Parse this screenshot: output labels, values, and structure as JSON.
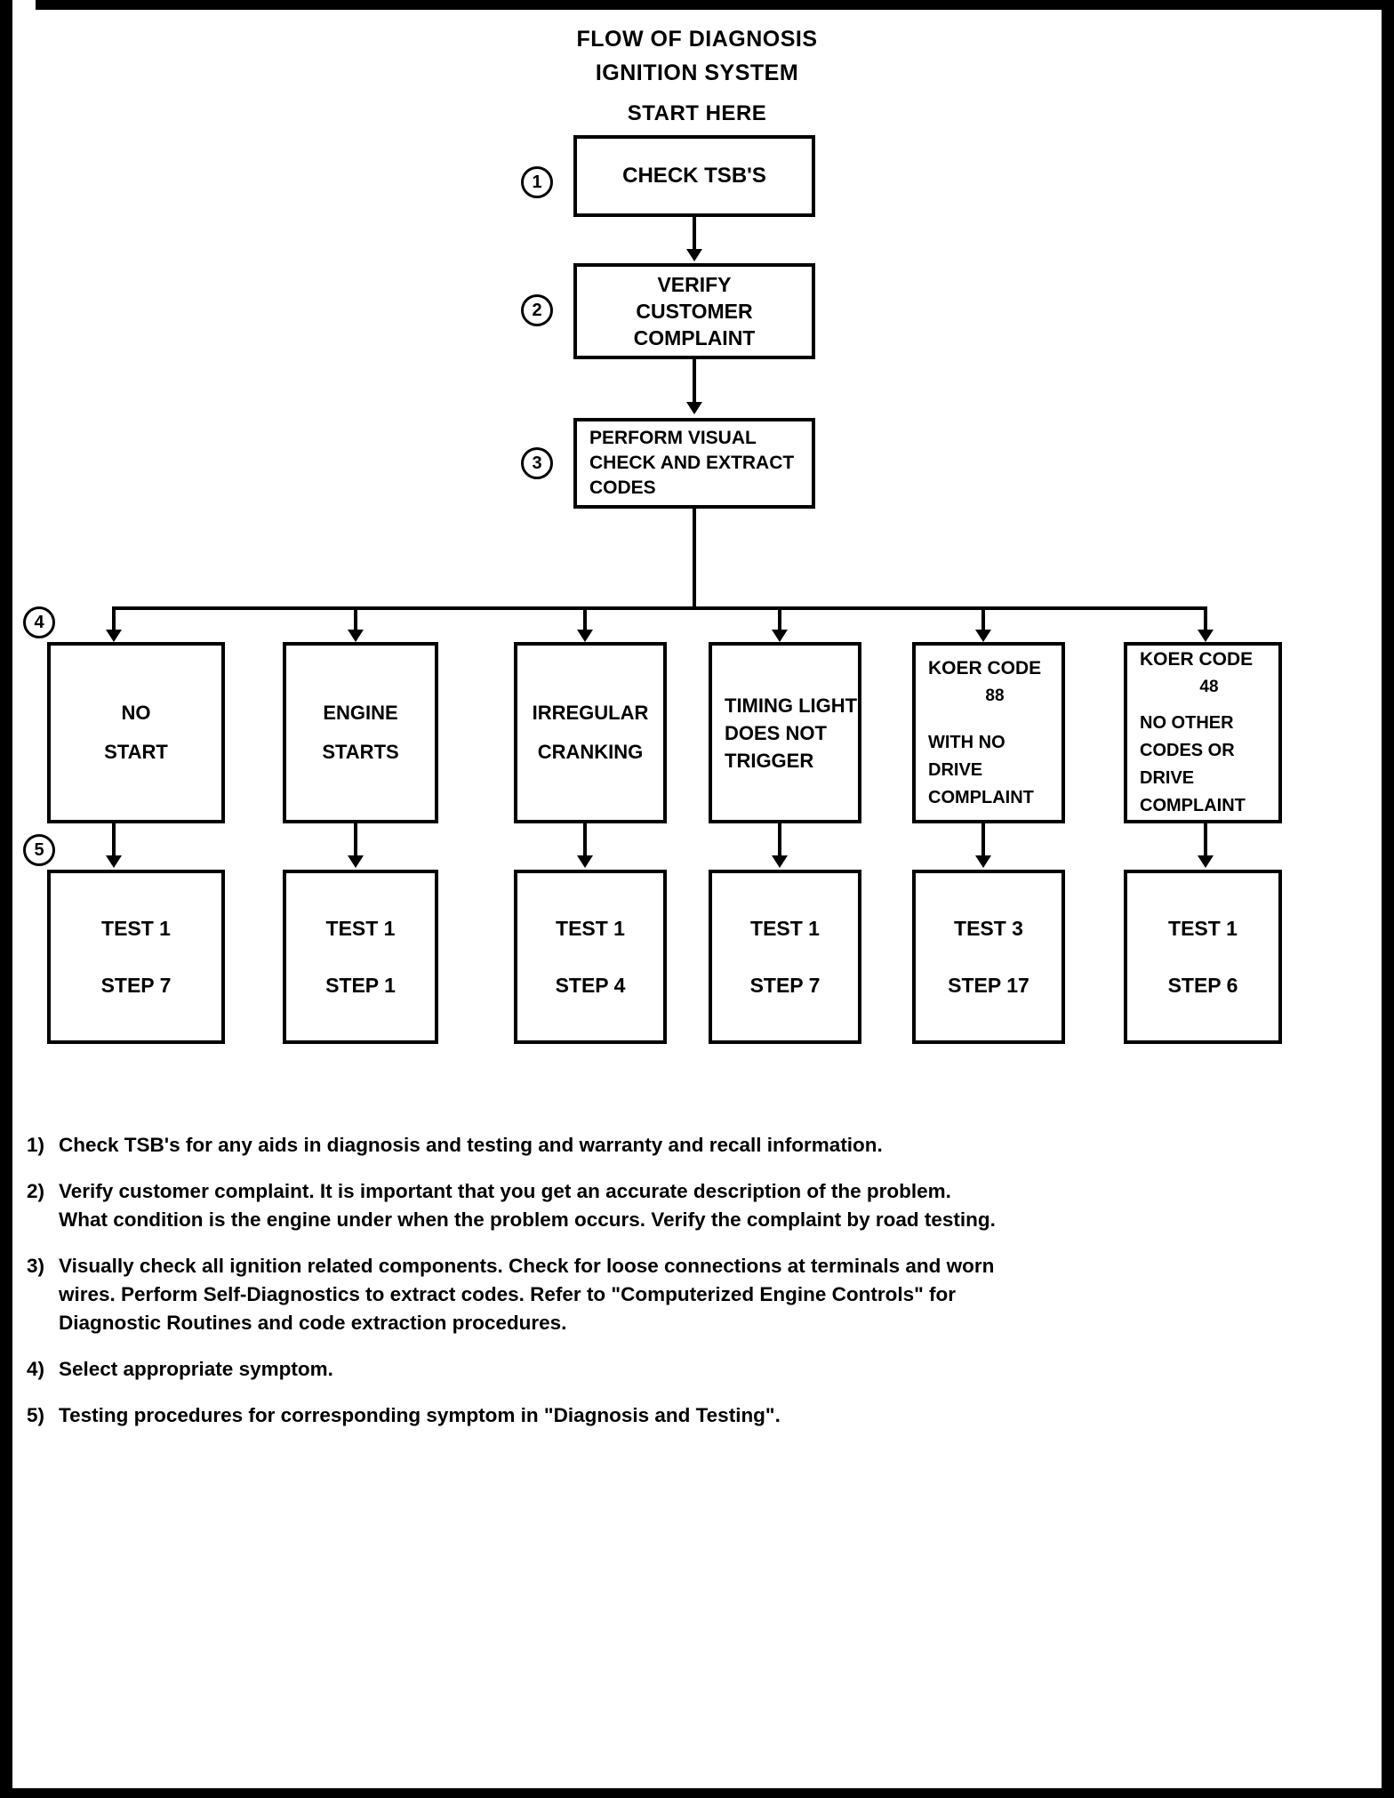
{
  "title": {
    "line1": "FLOW OF DIAGNOSIS",
    "line2": "IGNITION SYSTEM",
    "start_here": "START HERE"
  },
  "chart_data": {
    "type": "diagram",
    "subtype": "flowchart",
    "title": "FLOW OF DIAGNOSIS IGNITION SYSTEM",
    "entry_label": "START HERE",
    "nodes": [
      {
        "id": "1",
        "step": "1",
        "lines": [
          "CHECK TSB'S"
        ]
      },
      {
        "id": "2",
        "step": "2",
        "lines": [
          "VERIFY",
          "CUSTOMER",
          "COMPLAINT"
        ]
      },
      {
        "id": "3",
        "step": "3",
        "lines": [
          "PERFORM VISUAL",
          "CHECK AND EXTRACT",
          "CODES"
        ]
      }
    ],
    "branch_step": "4",
    "result_step": "5",
    "branches": [
      {
        "symptom": [
          "NO",
          "START"
        ],
        "test": [
          "TEST 1",
          "STEP 7"
        ]
      },
      {
        "symptom": [
          "ENGINE",
          "STARTS"
        ],
        "test": [
          "TEST 1",
          "STEP 1"
        ]
      },
      {
        "symptom": [
          "IRREGULAR",
          "CRANKING"
        ],
        "test": [
          "TEST 1",
          "STEP 4"
        ]
      },
      {
        "symptom": [
          "TIMING LIGHT",
          "DOES  NOT",
          "TRIGGER"
        ],
        "test": [
          "TEST 1",
          "STEP 7"
        ]
      },
      {
        "symptom": [
          "KOER CODE",
          "88",
          "WITH NO",
          "DRIVE",
          "COMPLAINT"
        ],
        "test": [
          "TEST 3",
          "STEP 17"
        ]
      },
      {
        "symptom": [
          "KOER CODE",
          "48",
          "NO OTHER",
          "CODES OR",
          "DRIVE",
          "COMPLAINT"
        ],
        "test": [
          "TEST 1",
          "STEP 6"
        ]
      }
    ]
  },
  "bubbles": {
    "b1": "1",
    "b2": "2",
    "b3": "3",
    "b4": "4",
    "b5": "5"
  },
  "boxes": {
    "box1": {
      "l1": "CHECK TSB'S"
    },
    "box2": {
      "l1": "VERIFY",
      "l2": "CUSTOMER",
      "l3": "COMPLAINT"
    },
    "box3": {
      "l1": "PERFORM VISUAL",
      "l2": "CHECK AND EXTRACT",
      "l3": "CODES"
    },
    "sym1": {
      "l1": "NO",
      "l2": "START"
    },
    "sym2": {
      "l1": "ENGINE",
      "l2": "STARTS"
    },
    "sym3": {
      "l1": "IRREGULAR",
      "l2": "CRANKING"
    },
    "sym4": {
      "l1": "TIMING LIGHT",
      "l2": "DOES  NOT",
      "l3": "TRIGGER"
    },
    "sym5": {
      "l1": "KOER CODE",
      "l2": "88",
      "l3": "WITH NO",
      "l4": "DRIVE",
      "l5": "COMPLAINT"
    },
    "sym6": {
      "l1": "KOER CODE",
      "l2": "48",
      "l3": "NO OTHER",
      "l4": "CODES OR",
      "l5": "DRIVE",
      "l6": "COMPLAINT"
    },
    "test1": {
      "l1": "TEST 1",
      "l2": "STEP 7"
    },
    "test2": {
      "l1": "TEST 1",
      "l2": "STEP 1"
    },
    "test3": {
      "l1": "TEST 1",
      "l2": "STEP 4"
    },
    "test4": {
      "l1": "TEST 1",
      "l2": "STEP 7"
    },
    "test5": {
      "l1": "TEST 3",
      "l2": "STEP 17"
    },
    "test6": {
      "l1": "TEST 1",
      "l2": "STEP 6"
    }
  },
  "notes": [
    {
      "num": "1)",
      "lines": [
        "Check TSB's for any aids in diagnosis and testing and warranty and recall information."
      ]
    },
    {
      "num": "2)",
      "lines": [
        "Verify customer complaint. It is important that you get an accurate description of the problem.",
        "What condition is the engine under when the problem occurs.  Verify the complaint by road testing."
      ]
    },
    {
      "num": "3)",
      "lines": [
        "Visually check all ignition related components. Check for loose connections at terminals and worn",
        "wires. Perform Self-Diagnostics to extract codes.  Refer to \"Computerized Engine Controls\" for",
        "Diagnostic Routines and code extraction procedures."
      ]
    },
    {
      "num": "4)",
      "lines": [
        " Select appropriate symptom."
      ]
    },
    {
      "num": "5)",
      "lines": [
        "Testing procedures for corresponding symptom in \"Diagnosis and Testing\"."
      ]
    }
  ],
  "colors": {
    "ink": "#000000",
    "paper": "#ffffff"
  }
}
